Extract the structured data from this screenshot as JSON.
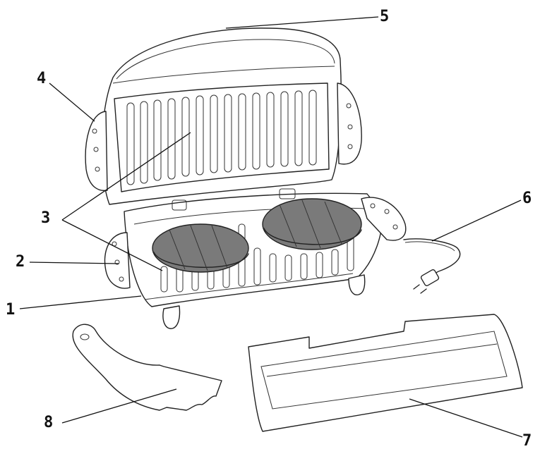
{
  "callouts": [
    {
      "id": "1",
      "label": "1"
    },
    {
      "id": "2",
      "label": "2"
    },
    {
      "id": "3",
      "label": "3"
    },
    {
      "id": "4",
      "label": "4"
    },
    {
      "id": "5",
      "label": "5"
    },
    {
      "id": "6",
      "label": "6"
    },
    {
      "id": "7",
      "label": "7"
    },
    {
      "id": "8",
      "label": "8"
    }
  ],
  "colors": {
    "line": "#222222",
    "patty": "#7a7a7a",
    "background": "#ffffff"
  }
}
